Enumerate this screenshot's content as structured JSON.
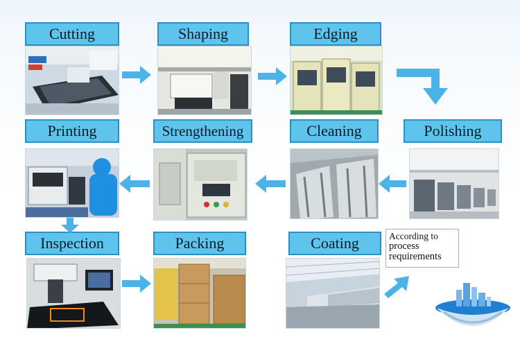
{
  "steps": {
    "cutting": "Cutting",
    "shaping": "Shaping",
    "edging": "Edging",
    "printing": "Printing",
    "strengthening": "Strengthening",
    "cleaning": "Cleaning",
    "polishing": "Polishing",
    "inspection": "Inspection",
    "packing": "Packing",
    "coating": "Coating"
  },
  "note": {
    "line1": "According to",
    "line2": "process",
    "line3": "requirements"
  },
  "colors": {
    "label_fill": "#5ec4ec",
    "label_border": "#2a8fc4",
    "arrow": "#4db3e6"
  },
  "icons": {
    "flow_arrow": "right-arrow / left-arrow / down-arrow / bent-arrow",
    "decoration": "city-globe-icon"
  }
}
